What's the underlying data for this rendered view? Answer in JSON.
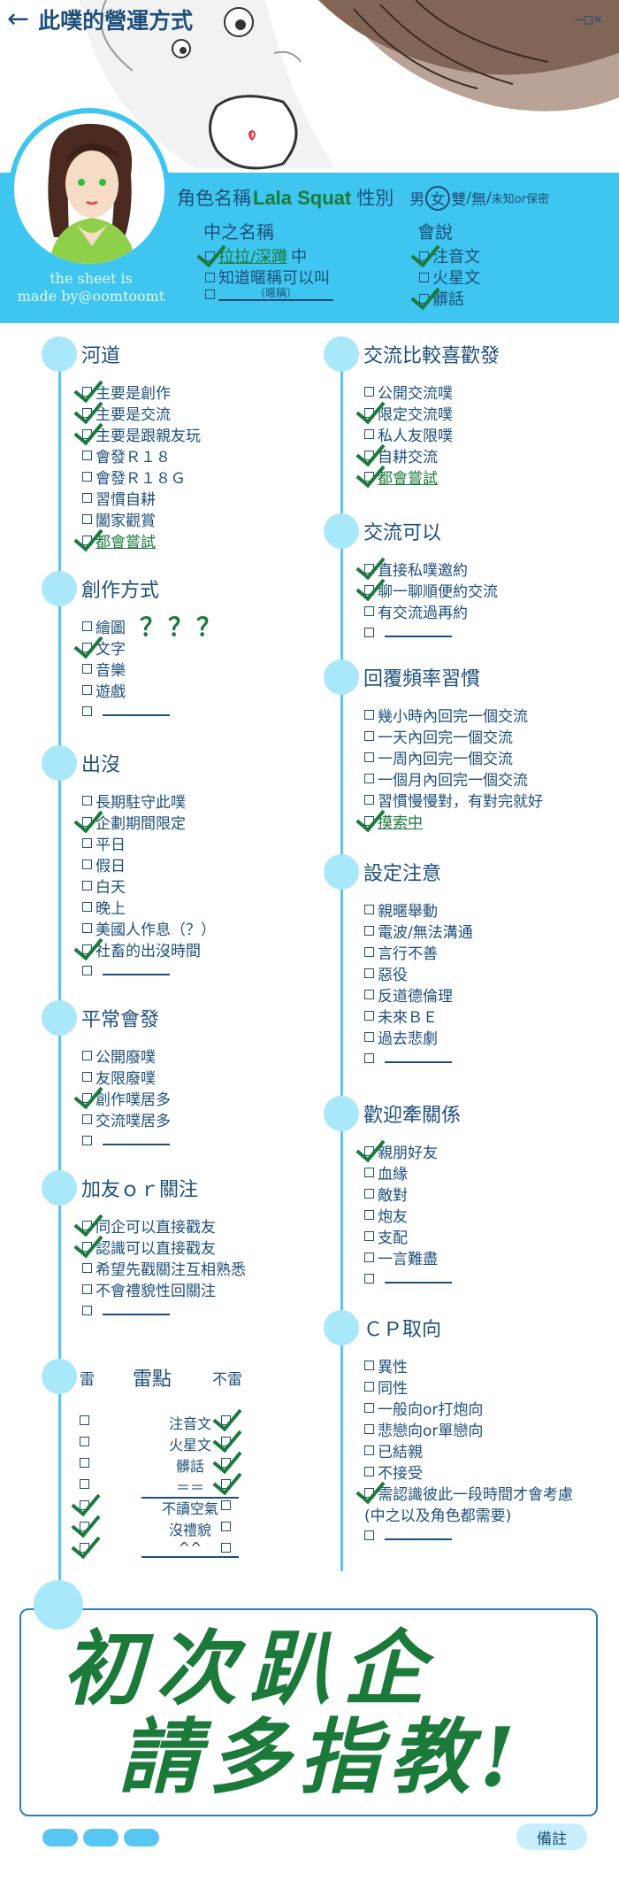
{
  "header": {
    "title": "此噗的營運方式",
    "window_controls": "—□×",
    "credit_line1": "the sheet is",
    "credit_line2": "made by@oomtoomt"
  },
  "profile": {
    "name_label": "角色名稱",
    "name_value": "Lala Squat",
    "gender_label": "性別",
    "gender_options": [
      "男",
      "女",
      "雙",
      "無",
      "未知or保密"
    ],
    "gender_selected": "女",
    "nickname_label": "中之名稱",
    "nickname_opt1": "拉拉/深蹲",
    "nickname_opt1_suffix": "中",
    "nickname_opt2": "知道暱稱可以叫",
    "nickname_opt3": "（暱稱）",
    "speak_label": "會說",
    "speak_opt1": "注音文",
    "speak_opt2": "火星文",
    "speak_opt3": "髒話"
  },
  "sections_left": [
    {
      "title": "河道",
      "items": [
        {
          "text": "主要是創作",
          "checked": true
        },
        {
          "text": "主要是交流",
          "checked": true
        },
        {
          "text": "主要是跟親友玩",
          "checked": true
        },
        {
          "text": "會發Ｒ１８",
          "checked": false
        },
        {
          "text": "會發Ｒ１８Ｇ",
          "checked": false
        },
        {
          "text": "習慣自耕",
          "checked": false
        },
        {
          "text": "闔家觀賞",
          "checked": false
        },
        {
          "text": "都會嘗試",
          "checked": true,
          "green": true
        }
      ]
    },
    {
      "title": "創作方式",
      "items": [
        {
          "text": "繪圖",
          "checked": false,
          "extra": "？？？"
        },
        {
          "text": "文字",
          "checked": true
        },
        {
          "text": "音樂",
          "checked": false
        },
        {
          "text": "遊戲",
          "checked": false
        },
        {
          "text": "",
          "checked": false,
          "blank": true
        }
      ]
    },
    {
      "title": "出沒",
      "items": [
        {
          "text": "長期駐守此噗",
          "checked": false
        },
        {
          "text": "企劃期間限定",
          "checked": true
        },
        {
          "text": "平日",
          "checked": false
        },
        {
          "text": "假日",
          "checked": false
        },
        {
          "text": "白天",
          "checked": false
        },
        {
          "text": "晚上",
          "checked": false
        },
        {
          "text": "美國人作息（？）",
          "checked": false
        },
        {
          "text": "社畜的出沒時間",
          "checked": true
        },
        {
          "text": "",
          "checked": false,
          "blank": true
        }
      ]
    },
    {
      "title": "平常會發",
      "items": [
        {
          "text": "公開廢噗",
          "checked": false
        },
        {
          "text": "友限廢噗",
          "checked": false
        },
        {
          "text": "創作噗居多",
          "checked": true
        },
        {
          "text": "交流噗居多",
          "checked": false
        },
        {
          "text": "",
          "checked": false,
          "blank": true
        }
      ]
    },
    {
      "title": "加友ｏｒ關注",
      "items": [
        {
          "text": "同企可以直接戳友",
          "checked": true
        },
        {
          "text": "認識可以直接戳友",
          "checked": true
        },
        {
          "text": "希望先戳關注互相熟悉",
          "checked": false
        },
        {
          "text": "不會禮貌性回關注",
          "checked": false
        },
        {
          "text": "",
          "checked": false,
          "blank": true
        }
      ]
    }
  ],
  "sections_right": [
    {
      "title": "交流比較喜歡發",
      "items": [
        {
          "text": "公開交流噗",
          "checked": false
        },
        {
          "text": "限定交流噗",
          "checked": true
        },
        {
          "text": "私人友限噗",
          "checked": false
        },
        {
          "text": "自耕交流",
          "checked": true
        },
        {
          "text": "都會嘗試",
          "checked": true,
          "green": true
        }
      ]
    },
    {
      "title": "交流可以",
      "items": [
        {
          "text": "直接私噗邀約",
          "checked": true
        },
        {
          "text": "聊一聊順便約交流",
          "checked": true
        },
        {
          "text": "有交流過再約",
          "checked": false
        },
        {
          "text": "",
          "checked": false,
          "blank": true
        }
      ]
    },
    {
      "title": "回覆頻率習慣",
      "items": [
        {
          "text": "幾小時內回完一個交流",
          "checked": false
        },
        {
          "text": "一天內回完一個交流",
          "checked": false
        },
        {
          "text": "一周內回完一個交流",
          "checked": false
        },
        {
          "text": "一個月內回完一個交流",
          "checked": false
        },
        {
          "text": "習慣慢慢對，有對完就好",
          "checked": false
        },
        {
          "text": "摸索中",
          "checked": true,
          "green": true
        }
      ]
    },
    {
      "title": "設定注意",
      "items": [
        {
          "text": "親暱舉動",
          "checked": false
        },
        {
          "text": "電波/無法溝通",
          "checked": false
        },
        {
          "text": "言行不善",
          "checked": false
        },
        {
          "text": "惡役",
          "checked": false
        },
        {
          "text": "反道德倫理",
          "checked": false
        },
        {
          "text": "未來ＢＥ",
          "checked": false
        },
        {
          "text": "過去悲劇",
          "checked": false
        },
        {
          "text": "",
          "checked": false,
          "blank": true
        }
      ]
    },
    {
      "title": "歡迎牽關係",
      "items": [
        {
          "text": "親朋好友",
          "checked": true
        },
        {
          "text": "血緣",
          "checked": false
        },
        {
          "text": "敵對",
          "checked": false
        },
        {
          "text": "炮友",
          "checked": false
        },
        {
          "text": "支配",
          "checked": false
        },
        {
          "text": "一言難盡",
          "checked": false
        },
        {
          "text": "",
          "checked": false,
          "blank": true
        }
      ]
    },
    {
      "title": "ＣＰ取向",
      "items": [
        {
          "text": "異性",
          "checked": false
        },
        {
          "text": "同性",
          "checked": false
        },
        {
          "text": "一般向or打炮向",
          "checked": false
        },
        {
          "text": "悲戀向or單戀向",
          "checked": false
        },
        {
          "text": "已結親",
          "checked": false
        },
        {
          "text": "不接受",
          "checked": false
        },
        {
          "text": "需認識彼此一段時間才會考慮",
          "checked": true
        },
        {
          "text": "(中之以及角色都需要)",
          "checked": false,
          "nobox": true
        },
        {
          "text": "",
          "checked": false,
          "blank": true
        }
      ]
    }
  ],
  "mines": {
    "col_mine": "雷",
    "col_label": "雷點",
    "col_not": "不雷",
    "rows": [
      {
        "label": "注音文",
        "mine": false,
        "ok": true
      },
      {
        "label": "火星文",
        "mine": false,
        "ok": true
      },
      {
        "label": "髒話",
        "mine": false,
        "ok": true
      },
      {
        "label": "＝＝",
        "mine": false,
        "ok": true,
        "underline": true
      },
      {
        "label": "不讀空氣",
        "mine": true,
        "ok": false
      },
      {
        "label": "沒禮貌",
        "mine": true,
        "ok": false
      },
      {
        "label": "^^",
        "mine": true,
        "ok": false,
        "underline": true
      }
    ]
  },
  "note": {
    "line1": "初次趴企",
    "line2": "請多指教!"
  },
  "footer": {
    "remark_label": "備註"
  },
  "colors": {
    "band": "#3ec6f0",
    "dot": "#a9e7fb",
    "text": "#1d4f7a",
    "check": "#1b7a3a"
  }
}
